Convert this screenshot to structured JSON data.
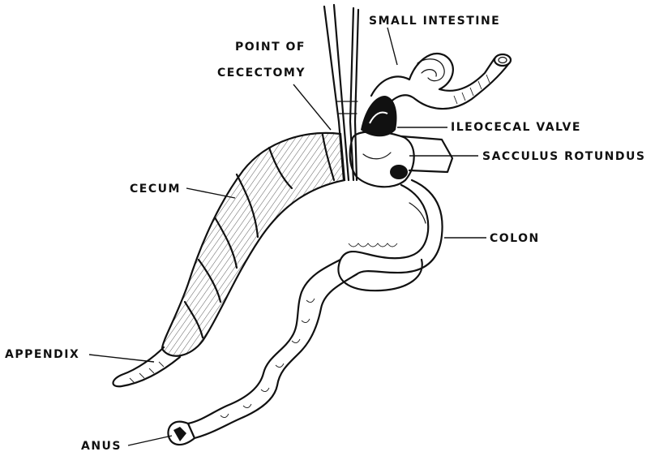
{
  "labels": {
    "small_intestine": "SMALL INTESTINE",
    "point_of_cecectomy_line1": "POINT OF",
    "point_of_cecectomy_line2": "CECECTOMY",
    "ileocecal_valve": "ILEOCECAL VALVE",
    "sacculus_rotundus": "SACCULUS ROTUNDUS",
    "cecum": "CECUM",
    "colon": "COLON",
    "appendix": "APPENDIX",
    "anus": "ANUS"
  }
}
